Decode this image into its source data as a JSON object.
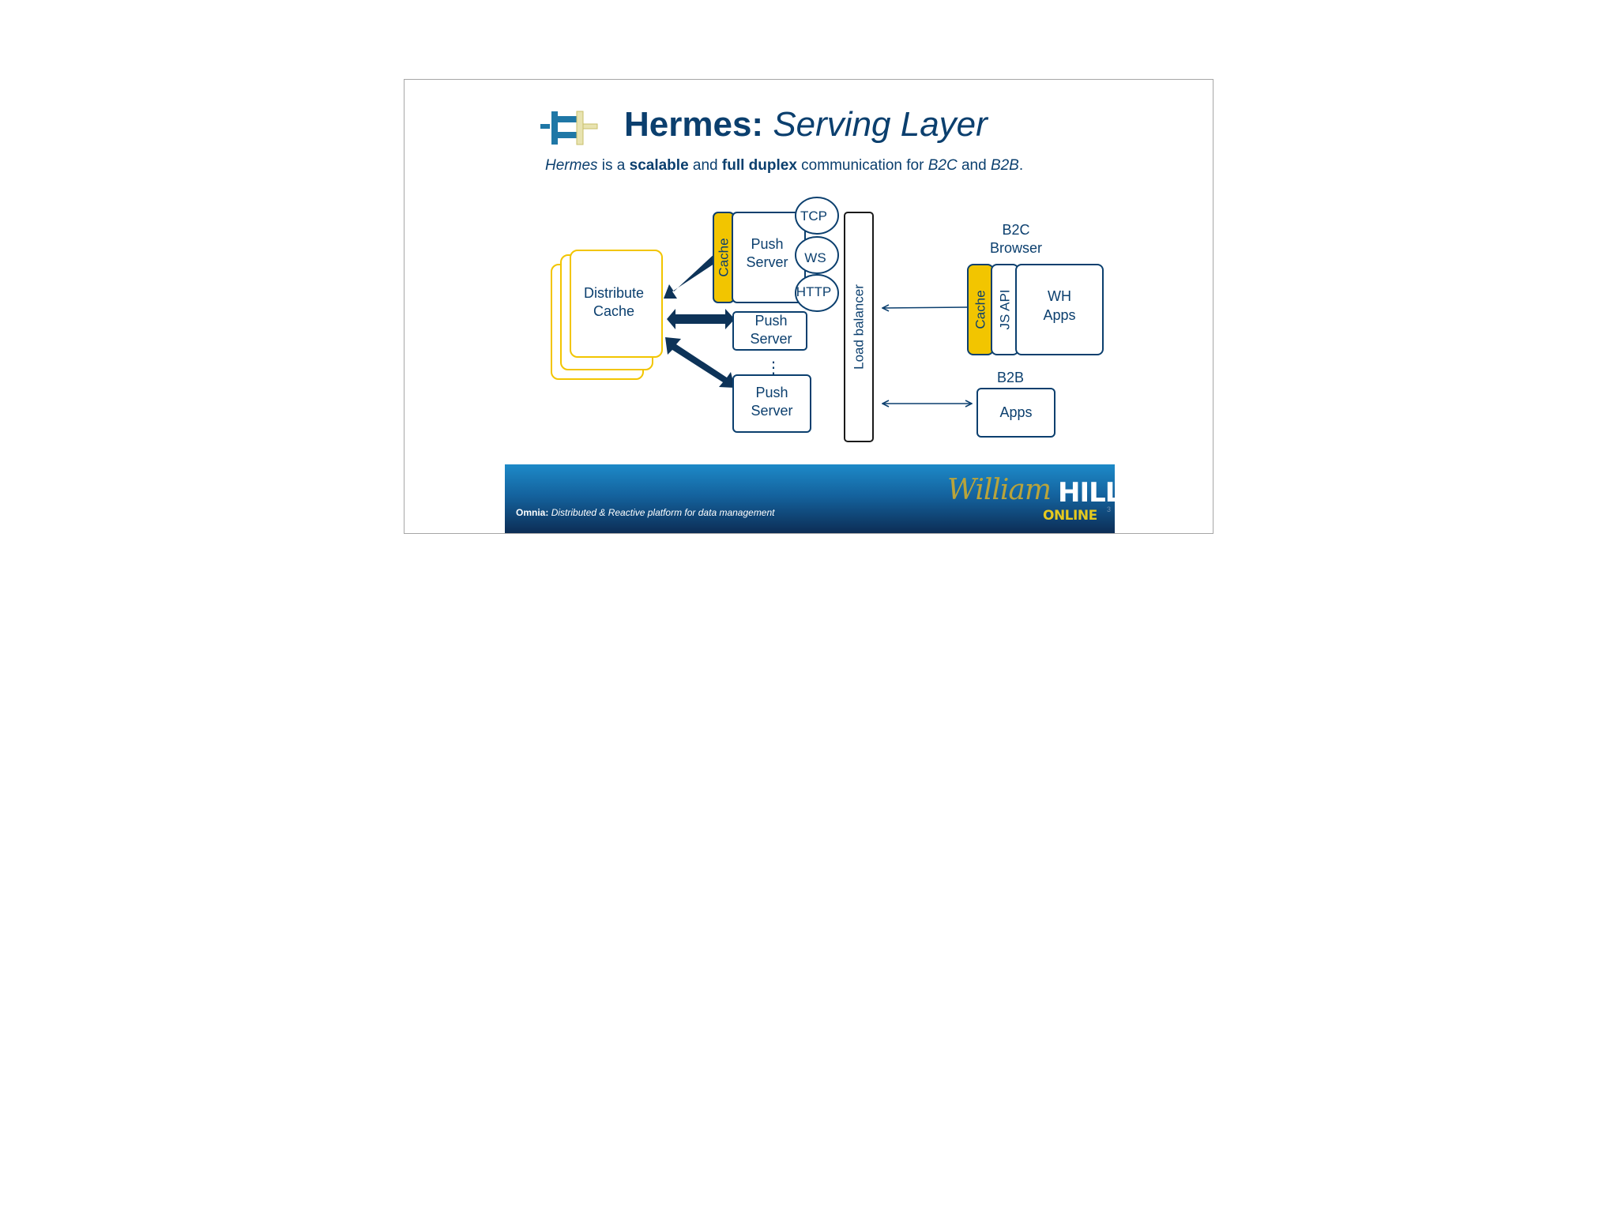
{
  "slide": {
    "title_bold": "Hermes:",
    "title_italic": "Serving Layer",
    "subtitle": {
      "part1": "Hermes",
      "part2": " is a ",
      "part3": "scalable",
      "part4": " and ",
      "part5": "full duplex",
      "part6": " communication for ",
      "part7": "B2C",
      "part8": " and ",
      "part9": "B2B",
      "part10": "."
    }
  },
  "diagram": {
    "distribute_cache": [
      "Distribute",
      "Cache"
    ],
    "cache_label": "Cache",
    "push_server": [
      "Push",
      "Server"
    ],
    "protocols": [
      "TCP",
      "WS",
      "HTTP"
    ],
    "ellipsis": "⋮",
    "load_balancer": "Load balancer",
    "b2c_label": [
      "B2C",
      "Browser"
    ],
    "js_api": "JS API",
    "wh_apps": [
      "WH",
      "Apps"
    ],
    "b2b_label": "B2B",
    "b2b_apps": "Apps"
  },
  "footer": {
    "bold": "Omnia:",
    "italic": "Distributed & Reactive platform for data management",
    "page_number": "3",
    "logo_script": "William",
    "logo_bold": "HILL",
    "logo_sub": "ONLINE"
  },
  "colors": {
    "navy": "#0b3f6e",
    "yellow": "#f2c500",
    "dark_arrow": "#0d3358",
    "icon_blue": "#1f77a6"
  }
}
